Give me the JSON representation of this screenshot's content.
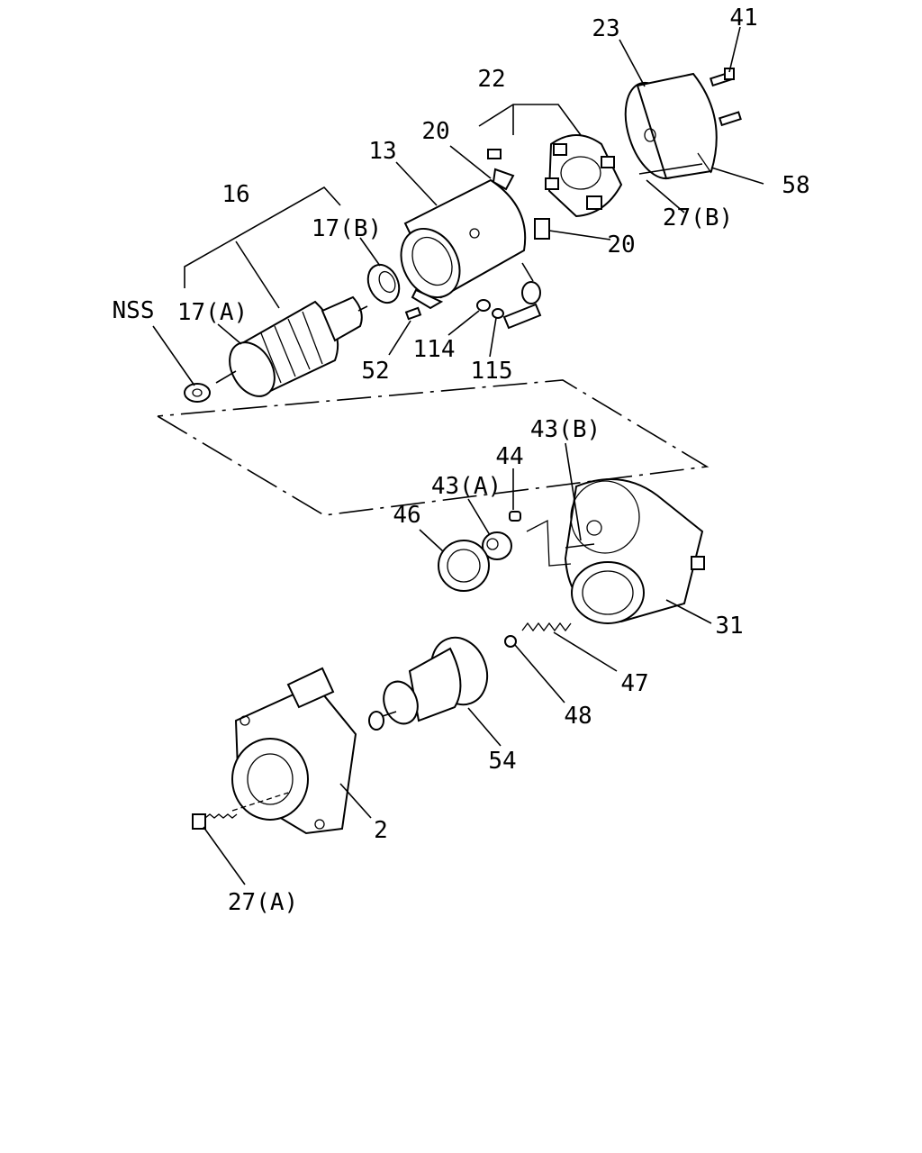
{
  "labels": {
    "l23": "23",
    "l41": "41",
    "l22": "22",
    "l20a": "20",
    "l13": "13",
    "l58": "58",
    "l27b": "27(B)",
    "l16": "16",
    "l17b": "17(B)",
    "l20b": "20",
    "lnss": "NSS",
    "l17a": "17(A)",
    "l52": "52",
    "l114": "114",
    "l115": "115",
    "l43b": "43(B)",
    "l44": "44",
    "l43a": "43(A)",
    "l46": "46",
    "l31": "31",
    "l47": "47",
    "l48": "48",
    "l54": "54",
    "l2": "2",
    "l27a": "27(A)"
  }
}
